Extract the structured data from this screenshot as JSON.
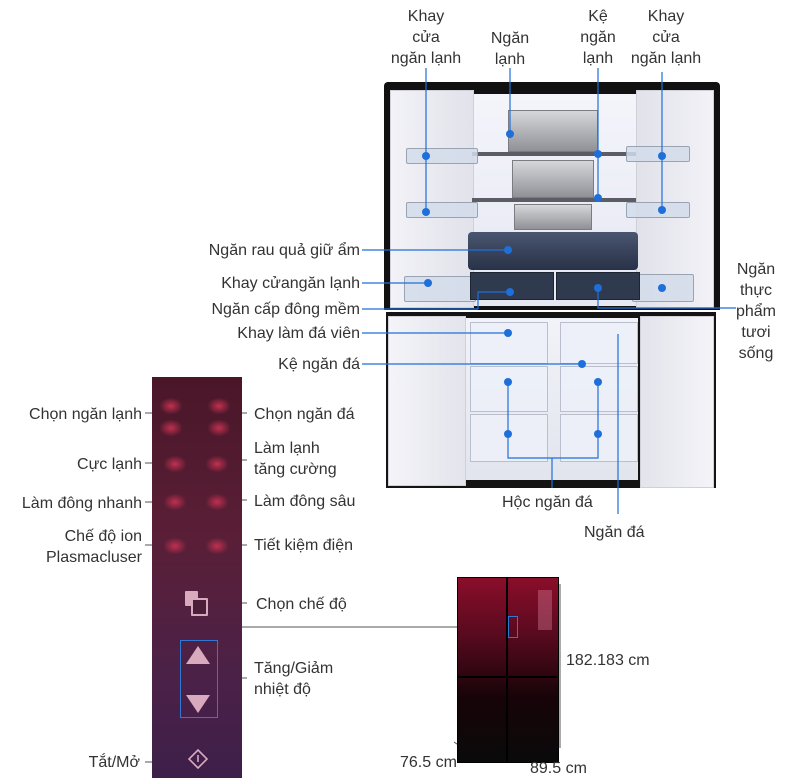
{
  "labels": {
    "khay_cua_ngan_lanh_left": [
      "Khay",
      "cửa",
      "ngăn lạnh"
    ],
    "ngan_lanh": [
      "Ngăn",
      "lạnh"
    ],
    "ke_ngan_lanh": [
      "Kệ",
      "ngăn",
      "lạnh"
    ],
    "khay_cua_ngan_lanh_right": [
      "Khay",
      "cửa",
      "ngăn lạnh"
    ],
    "ngan_rau_qua": "Ngăn rau quả giữ ẩm",
    "khay_cua_ngan_lanh_mid": "Khay cửangăn lạnh",
    "ngan_cap_dong_mem": "Ngăn cấp đông mềm",
    "khay_lam_da_vien": "Khay làm đá viên",
    "ke_ngan_da": "Kệ ngăn đá",
    "ngan_thuc_pham": [
      "Ngăn",
      "thực",
      "phẩm",
      "tươi",
      "sống"
    ],
    "hoc_ngan_da": "Hộc ngăn đá",
    "ngan_da": "Ngăn đá"
  },
  "panel": {
    "chon_ngan_lanh": "Chọn ngăn lạnh",
    "chon_ngan_da": "Chọn ngăn đá",
    "cuc_lanh": "Cực lạnh",
    "lam_lanh_tang_cuong": [
      "Làm lạnh",
      "tăng cường"
    ],
    "lam_dong_nhanh": "Làm đông nhanh",
    "lam_dong_sau": "Làm đông sâu",
    "che_do_ion": [
      "Chế độ ion",
      "Plasmacluser"
    ],
    "tiet_kiem_dien": "Tiết kiệm điện",
    "chon_che_do": "Chọn chế độ",
    "tang_giam": [
      "Tăng/Giảm",
      "nhiệt độ"
    ],
    "tat_mo": "Tắt/Mở"
  },
  "dimensions": {
    "height": "182.183 cm",
    "depth": "76.5 cm",
    "width": "89.5 cm"
  },
  "colors": {
    "leader": "#1e6fd9",
    "panel": "#4a1628",
    "button": "#d9a9be"
  },
  "icons": [
    "mode-select-icon",
    "arrow-up-icon",
    "arrow-down-icon",
    "power-icon"
  ]
}
